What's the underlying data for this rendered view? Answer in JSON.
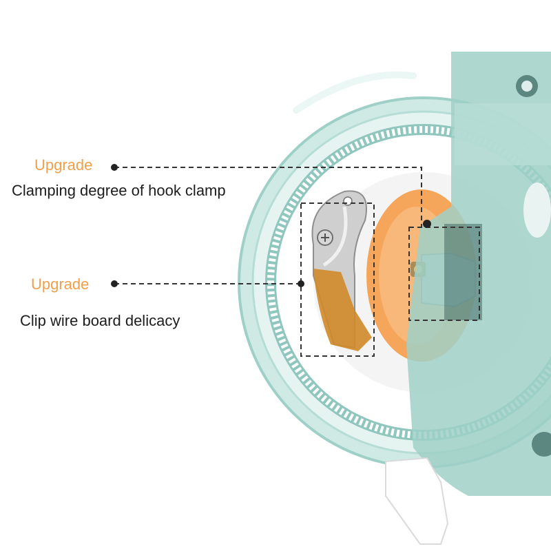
{
  "callouts": [
    {
      "tag": "Upgrade",
      "caption": "Clamping degree of hook clamp"
    },
    {
      "tag": "Upgrade",
      "caption": "Clip wire board delicacy"
    }
  ],
  "colors": {
    "tag": "#f0a04b",
    "caption": "#1d1d1d",
    "housing": "#a8d6cf",
    "gear": "#ffffff",
    "blade": "#c9c9c9",
    "orange_disc": "#f6a65a",
    "copper": "#d08a2a"
  }
}
